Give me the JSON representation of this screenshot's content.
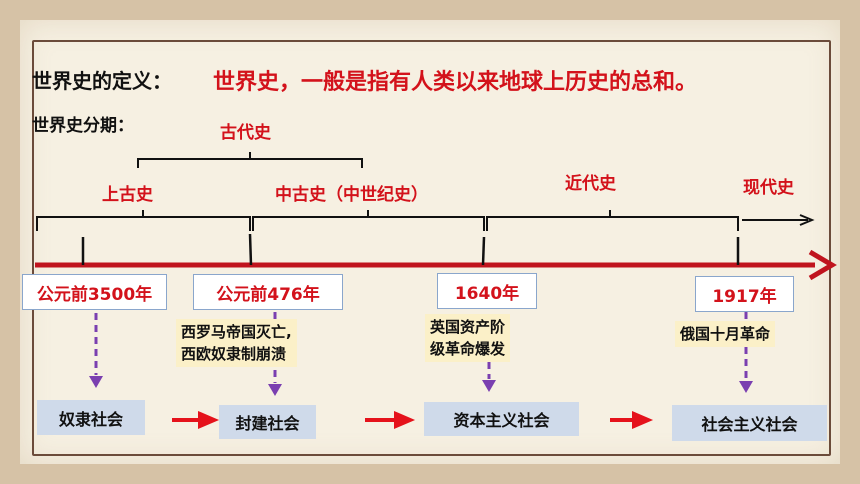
{
  "definition": {
    "label": "世界史的定义：",
    "text": "世界史，一般是指有人类以来地球上历史的总和。"
  },
  "periodization_label": "世界史分期：",
  "eras": {
    "ancient": "古代史",
    "remote_antiquity": "上古史",
    "middle_ages": "中古史（中世纪史）",
    "modern": "近代史",
    "contemporary": "现代史"
  },
  "dates": [
    "公元前3500年",
    "公元前476年",
    "1640年",
    "1917年"
  ],
  "events": [
    {
      "lines": [
        "西罗马帝国灭亡,",
        "西欧奴隶制崩溃"
      ]
    },
    {
      "lines": [
        "英国资产阶",
        "级革命爆发"
      ]
    },
    {
      "lines": [
        "俄国十月革命"
      ]
    }
  ],
  "stages": [
    "奴隶社会",
    "封建社会",
    "资本主义社会",
    "社会主义社会"
  ],
  "colors": {
    "timeline": "#c0141e",
    "text_red": "#d3121b",
    "dashed_arrow": "#7a3fb0",
    "stage_box": "#cfdaea",
    "event_box": "#fbf0c8"
  }
}
